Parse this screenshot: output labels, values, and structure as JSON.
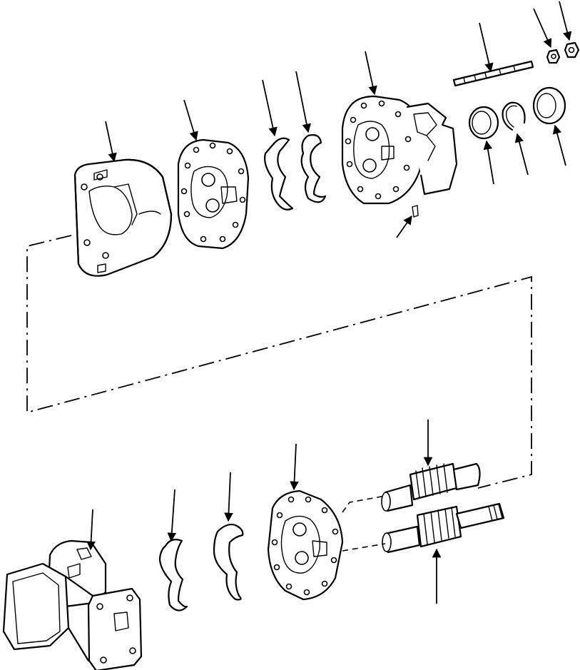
{
  "diagram": {
    "type": "exploded-parts-view",
    "text_labels": [],
    "parts": [
      "rear-housing",
      "wear-plate-upper",
      "seal-upper-a",
      "seal-upper-b",
      "gear-housing",
      "stud",
      "nut-a",
      "nut-b",
      "seal-ring",
      "snap-ring",
      "bearing",
      "dowel-pin",
      "drive-gear",
      "driven-gear",
      "wear-plate-lower",
      "seal-lower-a",
      "seal-lower-b",
      "front-housing"
    ]
  }
}
